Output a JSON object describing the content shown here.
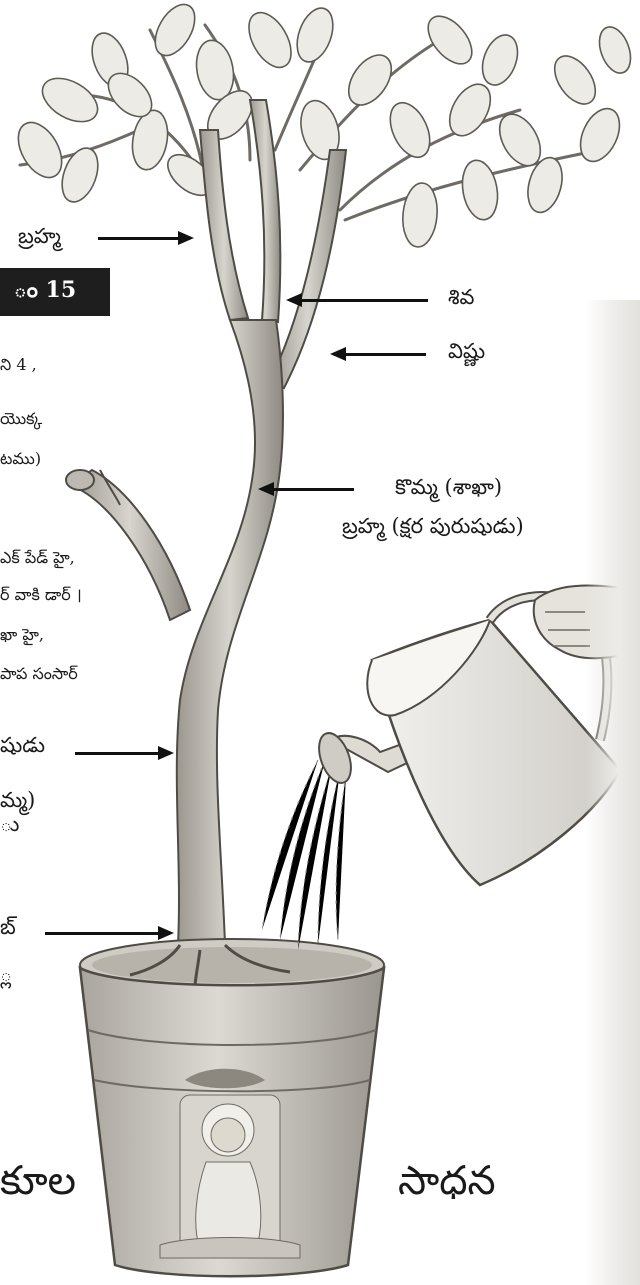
{
  "labels": {
    "brahma_top": "బ్రహ్మ",
    "shiva": "శివ",
    "vishnu": "విష్ణు",
    "branch": "కొమ్మ (శాఖా)",
    "branch_sub": "బ్రహ్మ (క్షర పురుషుడు)",
    "badge": "ం 15",
    "left_lines": [
      "ని 4 ,",
      "యొక్క",
      "టము)"
    ],
    "hindi_lines": [
      "ఎక్ పేడ్ హై,",
      "ర్ వాకి డార్ ।",
      "ఖా హై,",
      "పాప సంసార్"
    ],
    "purusha": "షుడు",
    "purusha_sub": [
      "మ్మ)",
      "ు"
    ],
    "root": "బ్",
    "root_sub": "్ల",
    "bottom_left": "కూల",
    "bottom_right": "సాధన"
  },
  "colors": {
    "badge_bg": "#1e1e1e",
    "arrow": "#111111",
    "leaf_fill": "#ecebe6",
    "bark_fill": "#c9c6c0",
    "pot_fill": "#d6d3cd",
    "can_fill": "#e8e6e1"
  }
}
